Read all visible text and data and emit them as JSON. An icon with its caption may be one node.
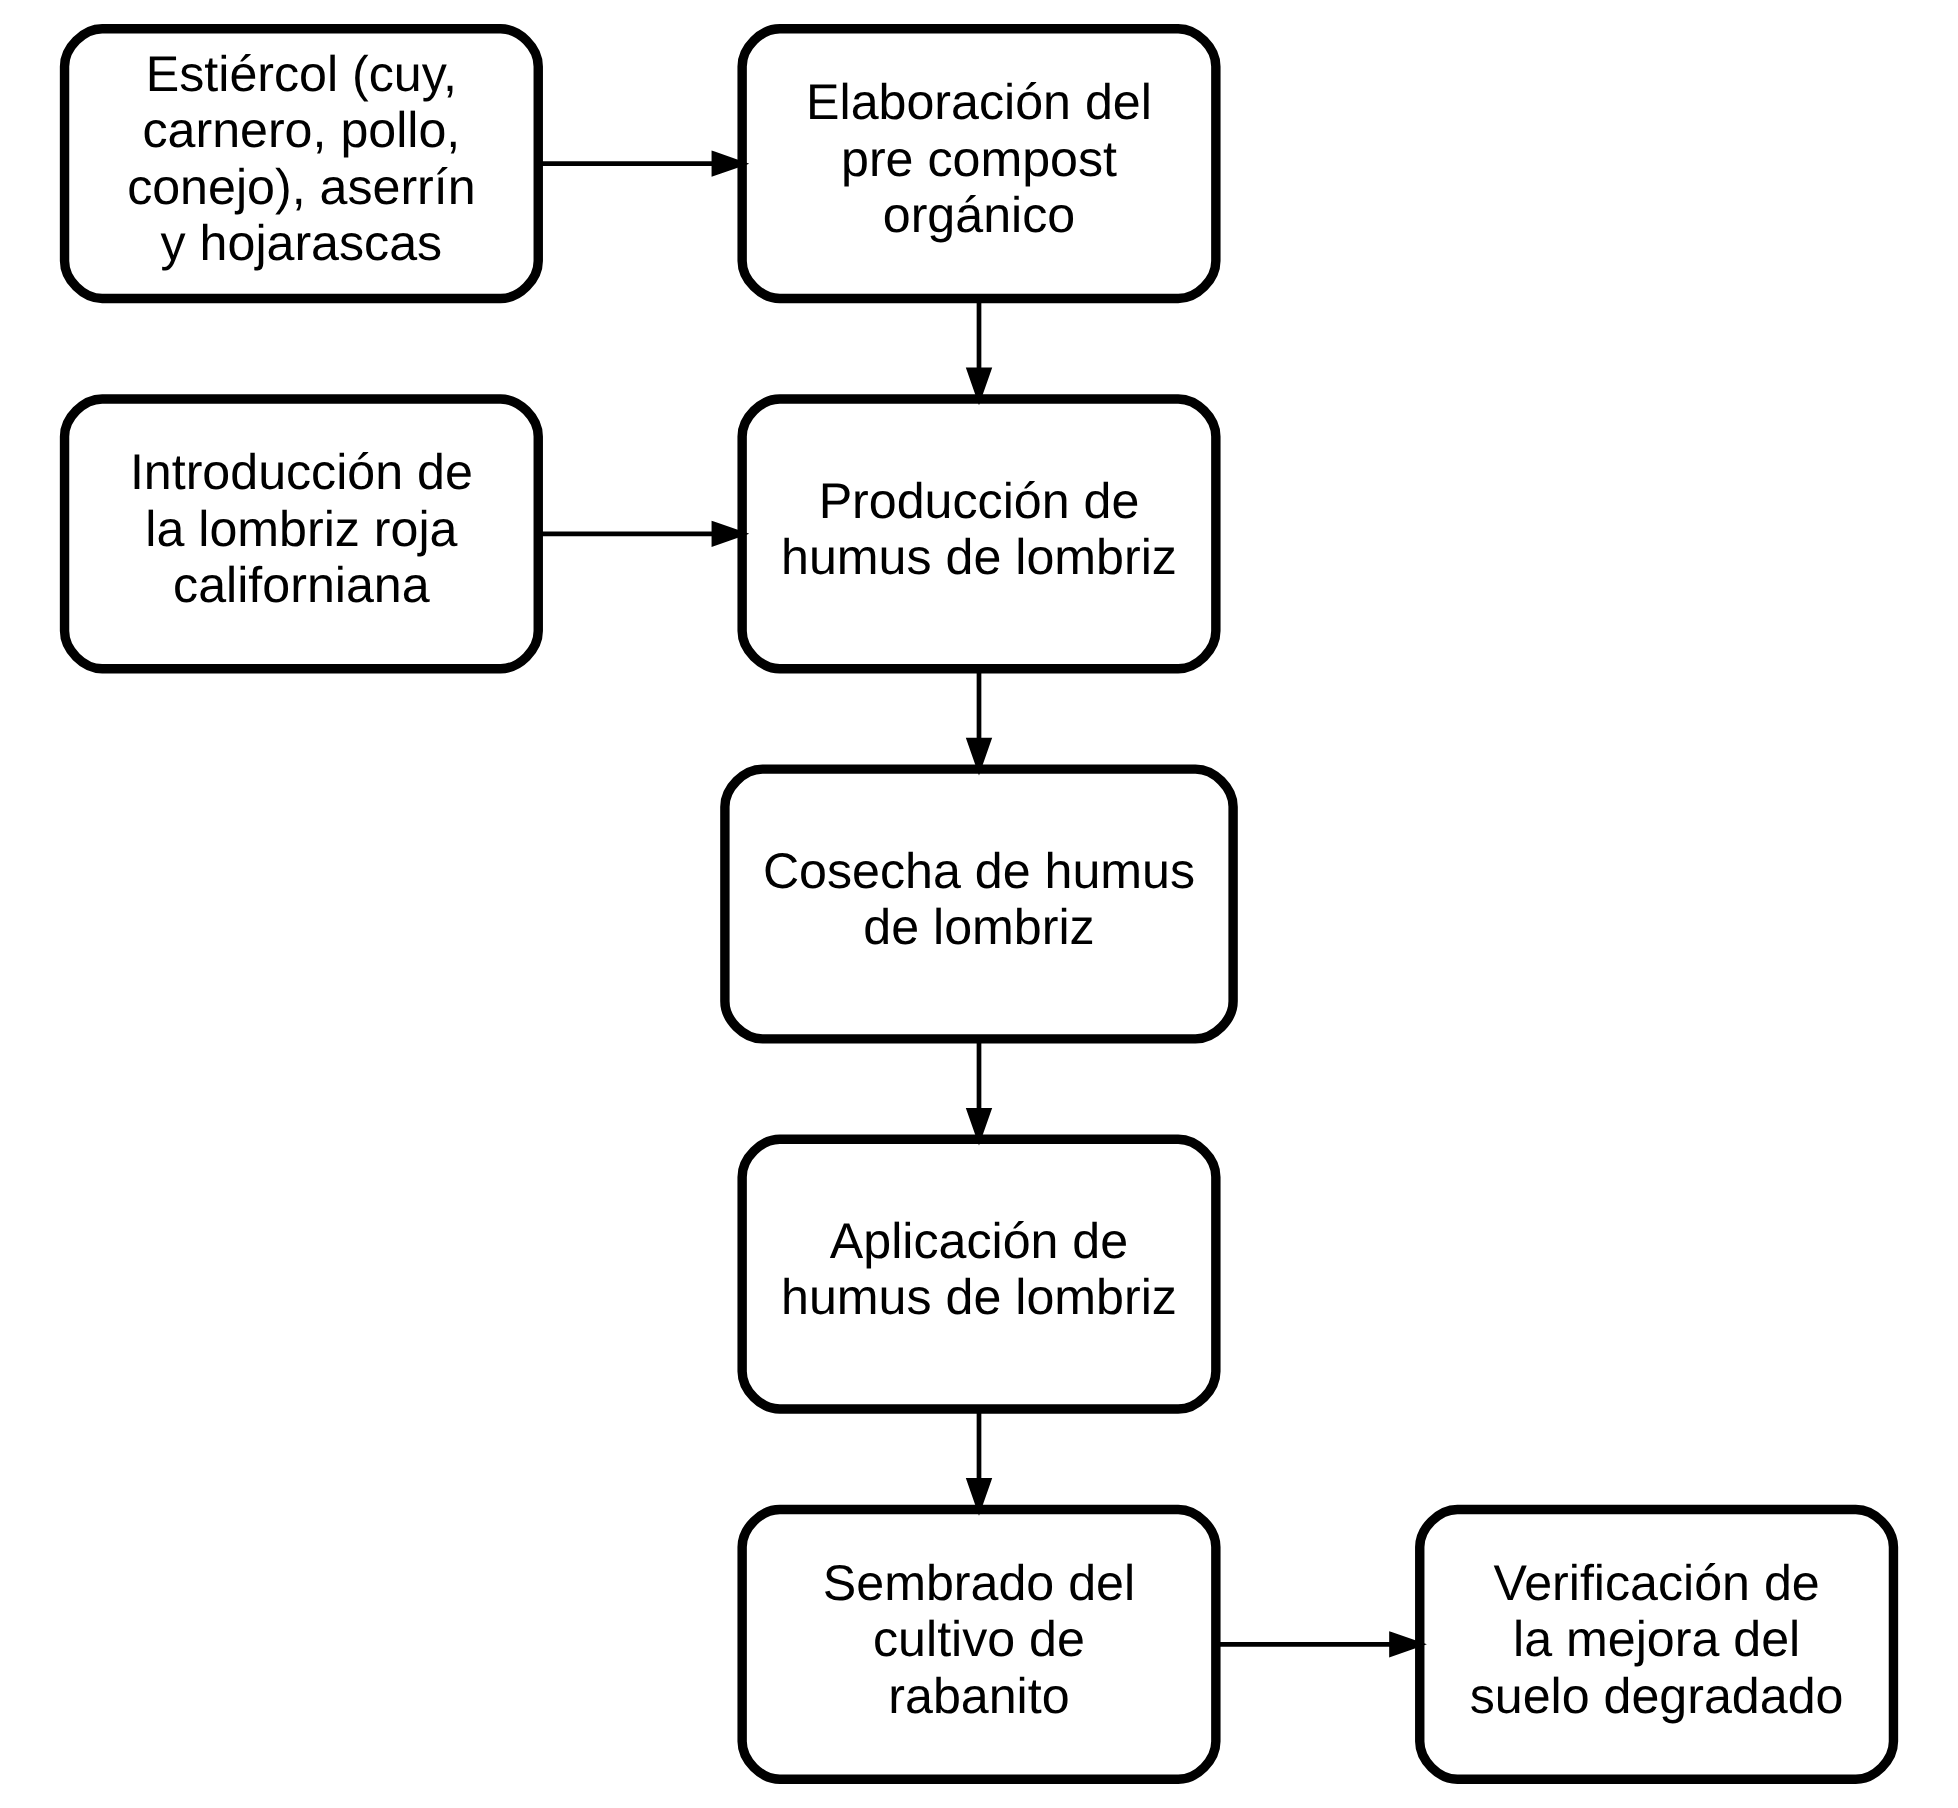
{
  "diagram": {
    "nodes": [
      {
        "text": [
          "Elaboración del pre compost orgánico"
        ]
      },
      {
        "text": [
          "Estiércol (cuy, carnero, pollo, conejo), aserrín y hojarascas"
        ]
      },
      {
        "text": [
          "Introducción de la lombriz roja californiana"
        ]
      },
      {
        "text": [
          "Producción de humus de lombriz"
        ]
      },
      {
        "text": [
          "Cosecha de humus de lombriz"
        ]
      },
      {
        "text": [
          "Aplicación de humus de lombriz"
        ]
      },
      {
        "text": [
          "Sembrado del cultivo de rabanito"
        ]
      },
      {
        "text": [
          "Verificación de la mejora del suelo degradado"
        ]
      }
    ],
    "edges": [
      {
        "from": 1,
        "to": 0,
        "arrow": "to"
      },
      {
        "from": 0,
        "to": 3,
        "arrow": "to"
      },
      {
        "from": 2,
        "to": 3,
        "arrow": "to"
      },
      {
        "from": 3,
        "to": 4,
        "arrow": "to"
      },
      {
        "from": 4,
        "to": 5,
        "arrow": "to"
      },
      {
        "from": 5,
        "to": 6,
        "arrow": "to"
      },
      {
        "from": 6,
        "to": 7,
        "arrow": "to"
      }
    ]
  }
}
